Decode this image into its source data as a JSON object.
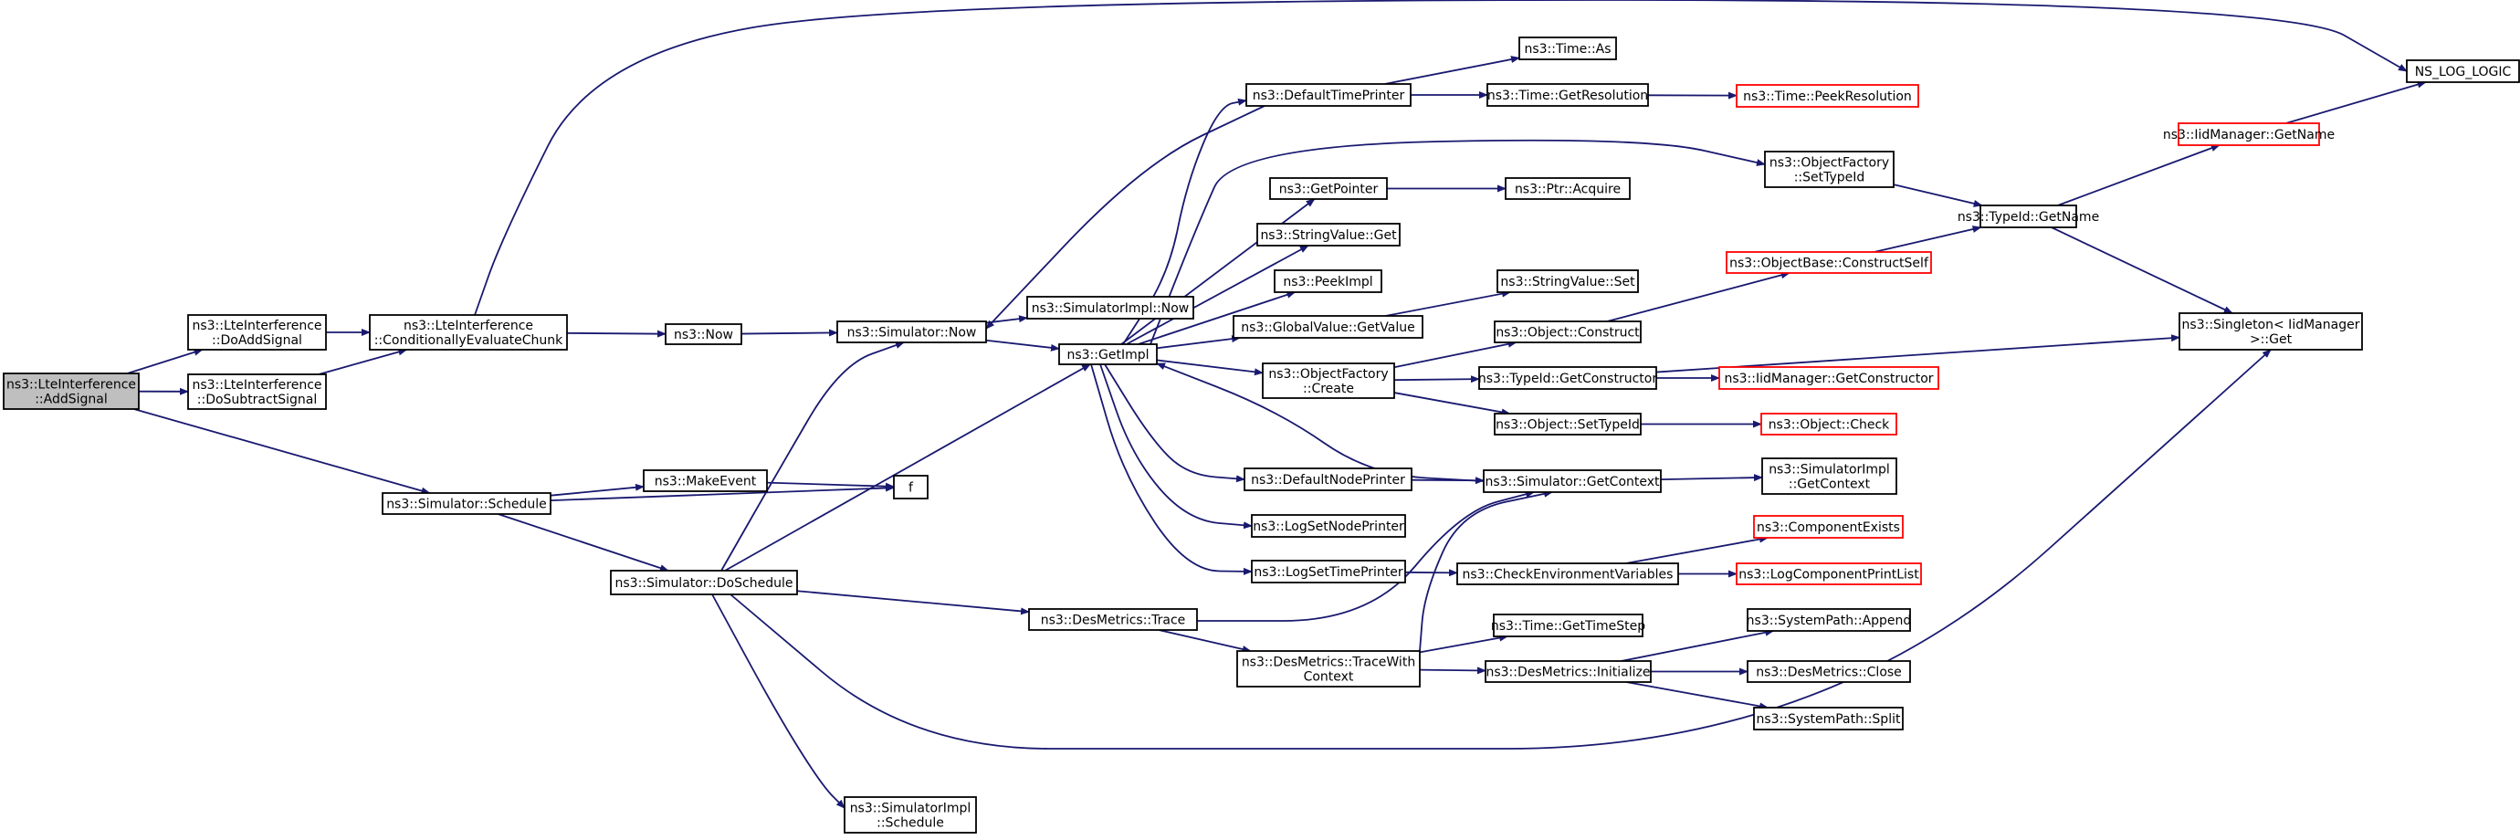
{
  "colors": {
    "edge": "#191970",
    "root_fill": "#bfbfbf",
    "truncated_border": "#ff0000",
    "node_border": "#000000"
  },
  "nodes": [
    {
      "id": "n0",
      "lines": [
        "ns3::LteInterference",
        "::AddSignal"
      ],
      "root": true
    },
    {
      "id": "n1",
      "lines": [
        "ns3::LteInterference",
        "::DoAddSignal"
      ]
    },
    {
      "id": "n2",
      "lines": [
        "ns3::LteInterference",
        "::DoSubtractSignal"
      ]
    },
    {
      "id": "n3",
      "lines": [
        "ns3::LteInterference",
        "::ConditionallyEvaluateChunk"
      ]
    },
    {
      "id": "n4",
      "lines": [
        "ns3::Simulator::Schedule"
      ]
    },
    {
      "id": "n5",
      "lines": [
        "ns3::Now"
      ]
    },
    {
      "id": "n6",
      "lines": [
        "ns3::MakeEvent"
      ]
    },
    {
      "id": "n7",
      "lines": [
        "f"
      ]
    },
    {
      "id": "n8",
      "lines": [
        "ns3::Simulator::DoSchedule"
      ]
    },
    {
      "id": "n9",
      "lines": [
        "ns3::Simulator::Now"
      ]
    },
    {
      "id": "n10",
      "lines": [
        "ns3::SimulatorImpl",
        "::Schedule"
      ]
    },
    {
      "id": "n11",
      "lines": [
        "ns3::SimulatorImpl::Now"
      ]
    },
    {
      "id": "n12",
      "lines": [
        "ns3::GetImpl"
      ]
    },
    {
      "id": "n13",
      "lines": [
        "ns3::DesMetrics::Trace"
      ]
    },
    {
      "id": "n14",
      "lines": [
        "ns3::DefaultTimePrinter"
      ]
    },
    {
      "id": "n15",
      "lines": [
        "ns3::GetPointer"
      ]
    },
    {
      "id": "n16",
      "lines": [
        "ns3::StringValue::Get"
      ]
    },
    {
      "id": "n17",
      "lines": [
        "ns3::PeekImpl"
      ]
    },
    {
      "id": "n18",
      "lines": [
        "ns3::GlobalValue::GetValue"
      ]
    },
    {
      "id": "n19",
      "lines": [
        "ns3::ObjectFactory",
        "::Create"
      ]
    },
    {
      "id": "n20",
      "lines": [
        "ns3::DefaultNodePrinter"
      ]
    },
    {
      "id": "n21",
      "lines": [
        "ns3::LogSetNodePrinter"
      ]
    },
    {
      "id": "n22",
      "lines": [
        "ns3::LogSetTimePrinter"
      ]
    },
    {
      "id": "n23",
      "lines": [
        "ns3::DesMetrics::TraceWith",
        "Context"
      ]
    },
    {
      "id": "n24",
      "lines": [
        "ns3::Time::As"
      ]
    },
    {
      "id": "n25",
      "lines": [
        "ns3::Time::GetResolution"
      ]
    },
    {
      "id": "n26",
      "lines": [
        "ns3::Ptr::Acquire"
      ]
    },
    {
      "id": "n27",
      "lines": [
        "ns3::StringValue::Set"
      ]
    },
    {
      "id": "n28",
      "lines": [
        "ns3::Object::Construct"
      ]
    },
    {
      "id": "n29",
      "lines": [
        "ns3::TypeId::GetConstructor"
      ]
    },
    {
      "id": "n30",
      "lines": [
        "ns3::Object::SetTypeId"
      ]
    },
    {
      "id": "n31",
      "lines": [
        "ns3::Simulator::GetContext"
      ]
    },
    {
      "id": "n32",
      "lines": [
        "ns3::CheckEnvironmentVariables"
      ]
    },
    {
      "id": "n33",
      "lines": [
        "ns3::Time::GetTimeStep"
      ]
    },
    {
      "id": "n34",
      "lines": [
        "ns3::DesMetrics::Initialize"
      ]
    },
    {
      "id": "n35",
      "lines": [
        "ns3::Time::PeekResolution"
      ],
      "truncated": true
    },
    {
      "id": "n36",
      "lines": [
        "ns3::ObjectFactory",
        "::SetTypeId"
      ]
    },
    {
      "id": "n37",
      "lines": [
        "ns3::ObjectBase::ConstructSelf"
      ],
      "truncated": true
    },
    {
      "id": "n38",
      "lines": [
        "ns3::IidManager::GetConstructor"
      ],
      "truncated": true
    },
    {
      "id": "n39",
      "lines": [
        "ns3::Object::Check"
      ],
      "truncated": true
    },
    {
      "id": "n40",
      "lines": [
        "ns3::SimulatorImpl",
        "::GetContext"
      ]
    },
    {
      "id": "n41",
      "lines": [
        "ns3::ComponentExists"
      ],
      "truncated": true
    },
    {
      "id": "n42",
      "lines": [
        "ns3::LogComponentPrintList"
      ],
      "truncated": true
    },
    {
      "id": "n43",
      "lines": [
        "ns3::SystemPath::Append"
      ]
    },
    {
      "id": "n44",
      "lines": [
        "ns3::DesMetrics::Close"
      ]
    },
    {
      "id": "n45",
      "lines": [
        "ns3::SystemPath::Split"
      ]
    },
    {
      "id": "n46",
      "lines": [
        "ns3::TypeId::GetName"
      ]
    },
    {
      "id": "n47",
      "lines": [
        "NS_LOG_LOGIC"
      ]
    },
    {
      "id": "n48",
      "lines": [
        "ns3::IidManager::GetName"
      ],
      "truncated": true
    },
    {
      "id": "n49",
      "lines": [
        "ns3::Singleton< IidManager",
        " >::Get"
      ]
    }
  ],
  "edges": [
    [
      "n0",
      "n1"
    ],
    [
      "n0",
      "n2"
    ],
    [
      "n0",
      "n4"
    ],
    [
      "n1",
      "n3"
    ],
    [
      "n2",
      "n3"
    ],
    [
      "n3",
      "n47"
    ],
    [
      "n3",
      "n5"
    ],
    [
      "n5",
      "n9"
    ],
    [
      "n9",
      "n11"
    ],
    [
      "n9",
      "n12"
    ],
    [
      "n4",
      "n6"
    ],
    [
      "n4",
      "n7"
    ],
    [
      "n4",
      "n8"
    ],
    [
      "n6",
      "n7"
    ],
    [
      "n8",
      "n9"
    ],
    [
      "n8",
      "n12"
    ],
    [
      "n8",
      "n13"
    ],
    [
      "n8",
      "n10"
    ],
    [
      "n8",
      "n49"
    ],
    [
      "n12",
      "n14"
    ],
    [
      "n12",
      "n15"
    ],
    [
      "n12",
      "n16"
    ],
    [
      "n12",
      "n17"
    ],
    [
      "n12",
      "n18"
    ],
    [
      "n12",
      "n19"
    ],
    [
      "n12",
      "n20"
    ],
    [
      "n12",
      "n21"
    ],
    [
      "n12",
      "n22"
    ],
    [
      "n12",
      "n36"
    ],
    [
      "n14",
      "n9"
    ],
    [
      "n14",
      "n24"
    ],
    [
      "n14",
      "n25"
    ],
    [
      "n25",
      "n35"
    ],
    [
      "n15",
      "n26"
    ],
    [
      "n18",
      "n27"
    ],
    [
      "n19",
      "n28"
    ],
    [
      "n19",
      "n29"
    ],
    [
      "n19",
      "n30"
    ],
    [
      "n28",
      "n37"
    ],
    [
      "n37",
      "n46"
    ],
    [
      "n29",
      "n38"
    ],
    [
      "n29",
      "n49"
    ],
    [
      "n30",
      "n39"
    ],
    [
      "n20",
      "n31"
    ],
    [
      "n31",
      "n40"
    ],
    [
      "n31",
      "n12"
    ],
    [
      "n22",
      "n32"
    ],
    [
      "n32",
      "n41"
    ],
    [
      "n32",
      "n42"
    ],
    [
      "n13",
      "n31"
    ],
    [
      "n13",
      "n23"
    ],
    [
      "n23",
      "n31"
    ],
    [
      "n23",
      "n33"
    ],
    [
      "n23",
      "n34"
    ],
    [
      "n34",
      "n43"
    ],
    [
      "n34",
      "n44"
    ],
    [
      "n34",
      "n45"
    ],
    [
      "n36",
      "n46"
    ],
    [
      "n46",
      "n48"
    ],
    [
      "n46",
      "n49"
    ],
    [
      "n48",
      "n47"
    ]
  ]
}
